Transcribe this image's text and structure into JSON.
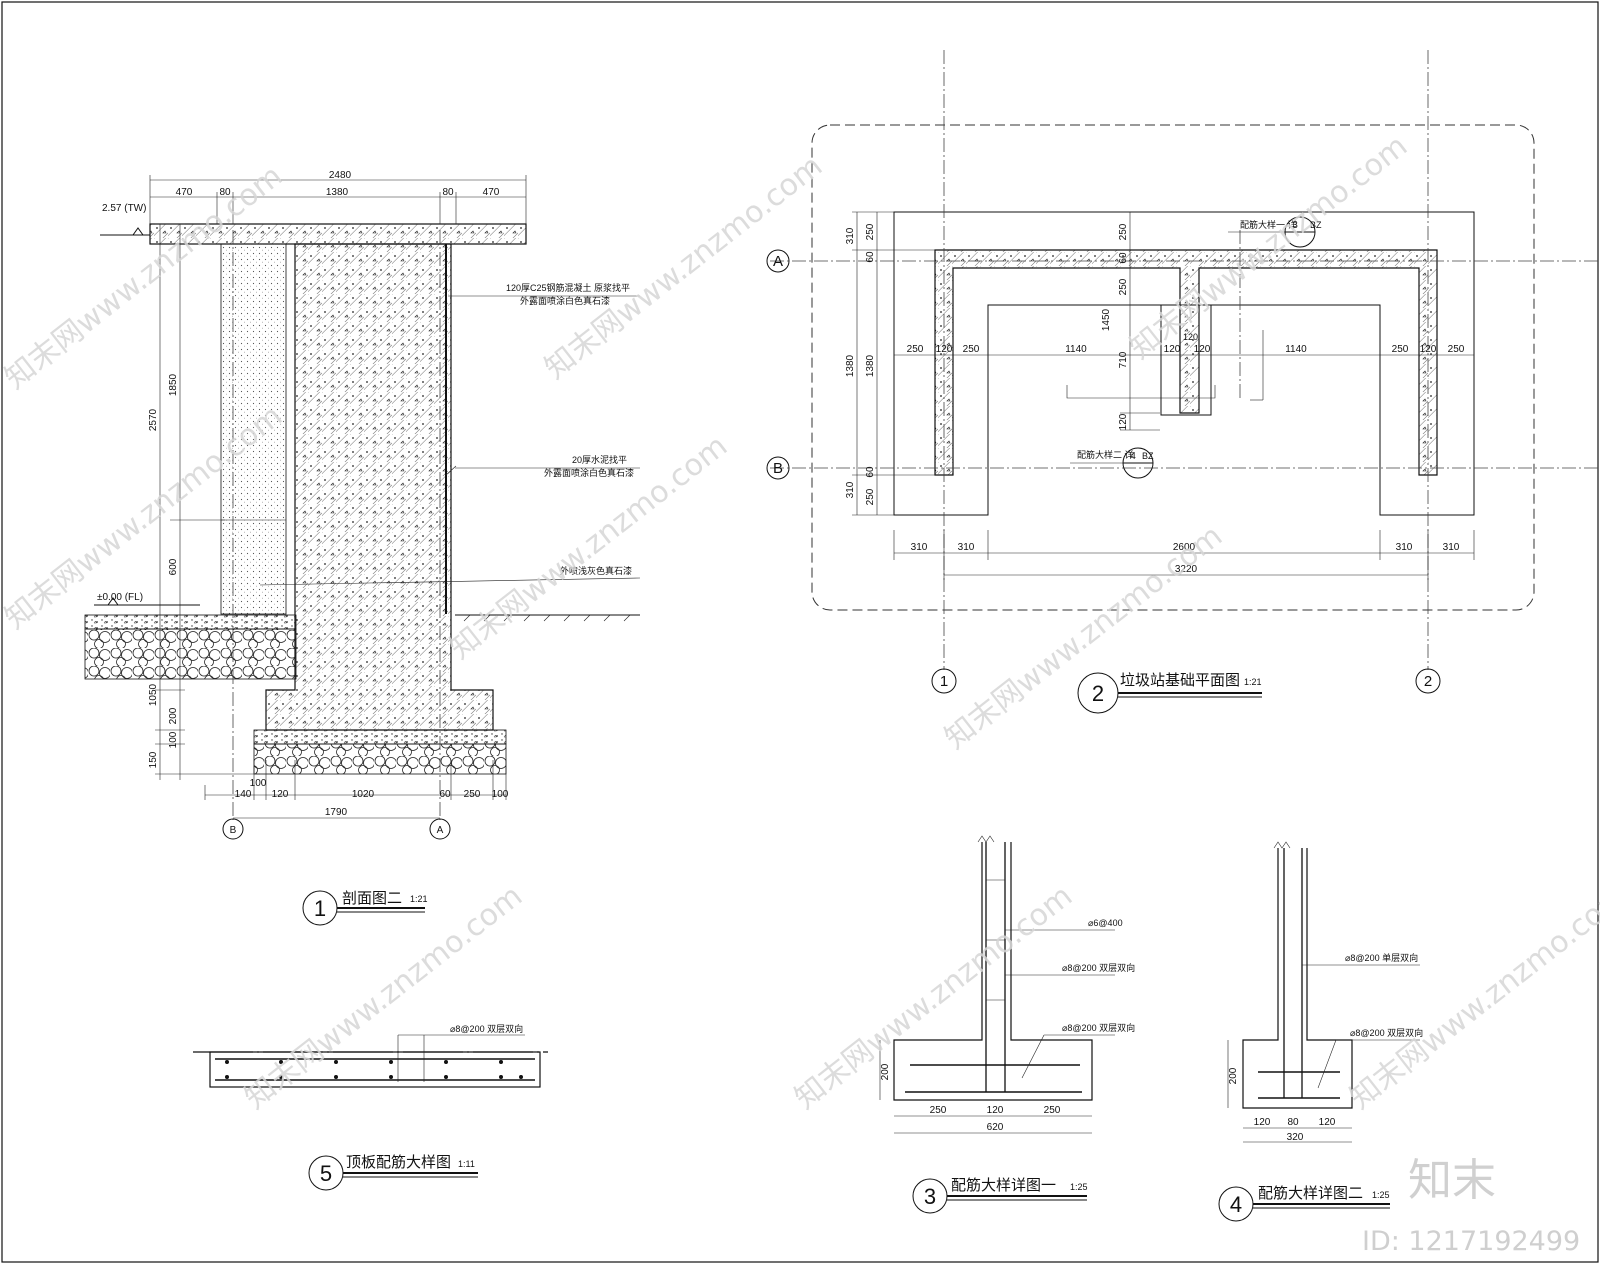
{
  "sheet": {
    "section": {
      "dims_top": [
        "2480",
        "470",
        "80",
        "1380",
        "80",
        "470"
      ],
      "dims_left": [
        "2570",
        "1850",
        "600",
        "1050",
        "150",
        "100",
        "200"
      ],
      "dims_bottom": [
        "100",
        "140",
        "120",
        "1020",
        "60",
        "250",
        "100",
        "1790"
      ],
      "level_top": "2.57 (TW)",
      "level_ground": "±0.00 (FL)",
      "note_1a": "120厚C25钢筋混凝土 原浆找平",
      "note_1b": "外露面喷涂白色真石漆",
      "note_2a": "20厚水泥找平",
      "note_2b": "外露面喷涂白色真石漆",
      "note_3": "外喷浅灰色真石漆",
      "axis_b": "B",
      "axis_a": "A",
      "title": "剖面图二",
      "scale": "1:21",
      "number": "1"
    },
    "plan": {
      "dims_top_horizontal": [
        "250",
        "120",
        "250",
        "1140",
        "120",
        "120",
        "1140",
        "250",
        "120",
        "250"
      ],
      "dims_left": [
        "310",
        "250",
        "60",
        "1380",
        "1380",
        "250",
        "60",
        "310"
      ],
      "dims_inner": [
        "250",
        "250",
        "1450",
        "710",
        "120",
        "120",
        "60"
      ],
      "dims_bottom": [
        "310",
        "310",
        "2600",
        "310",
        "310",
        "3220"
      ],
      "callout_3": "配筋大样一 详",
      "callout_3_num": "3",
      "callout_3_sheet": "BZ",
      "callout_4": "配筋大样二 详",
      "callout_4_num": "4",
      "callout_4_sheet": "BZ",
      "axis_a": "A",
      "axis_b": "B",
      "axis_1": "1",
      "axis_2": "2",
      "title": "垃圾站基础平面图",
      "scale": "1:21",
      "number": "2"
    },
    "detail3": {
      "rebar_1": "⌀6@400",
      "rebar_2": "⌀8@200 双层双向",
      "rebar_3": "⌀8@200 双层双向",
      "dims": [
        "200",
        "250",
        "120",
        "250",
        "620"
      ],
      "title": "配筋大样详图一",
      "scale": "1:25",
      "number": "3"
    },
    "detail4": {
      "rebar_1": "⌀8@200 单层双向",
      "rebar_2": "⌀8@200 双层双向",
      "dims": [
        "200",
        "120",
        "80",
        "120",
        "320"
      ],
      "title": "配筋大样详图二",
      "scale": "1:25",
      "number": "4"
    },
    "detail5": {
      "rebar": "⌀8@200 双层双向",
      "title": "顶板配筋大样图",
      "scale": "1:11",
      "number": "5"
    }
  },
  "watermark": {
    "text": "知末网www.znzmo.com",
    "brand": "知末",
    "id": "ID: 1217192499"
  }
}
